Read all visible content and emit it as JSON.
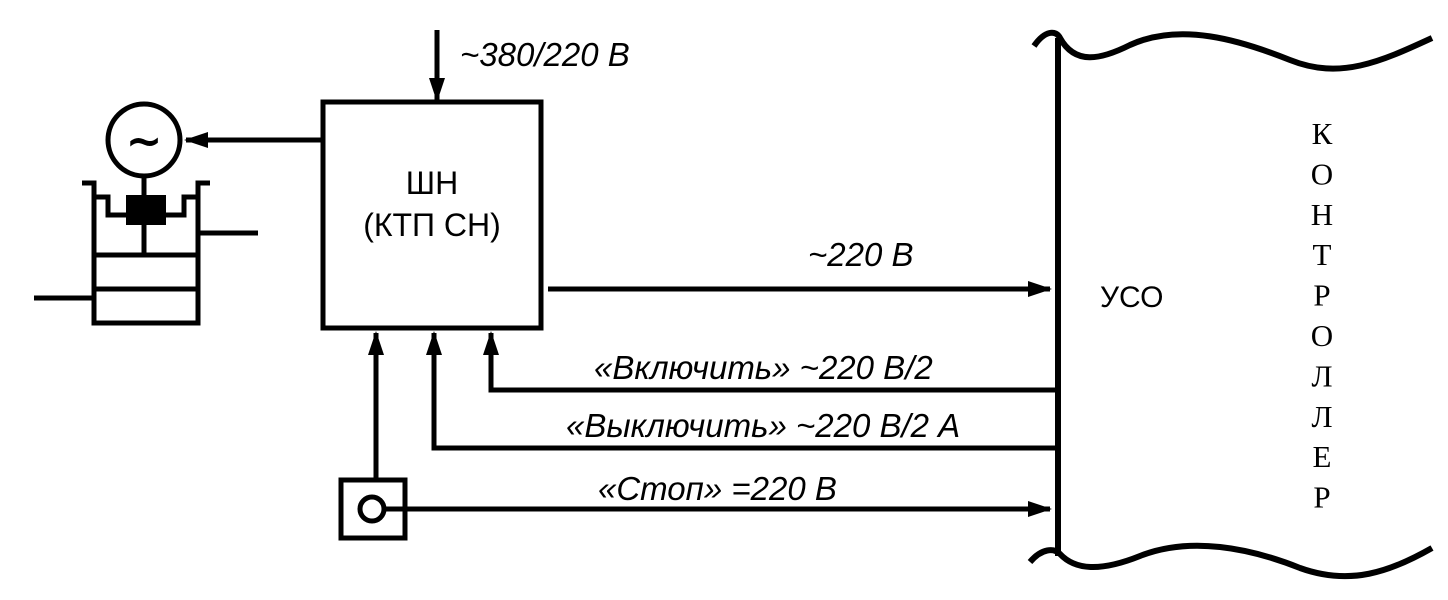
{
  "supply_label": "~380/220 В",
  "cabinet": {
    "line1": "ШН",
    "line2": "(КТП СН)"
  },
  "generator_symbol": "~",
  "output_label": "~220 В",
  "uso_label": "УСО",
  "controller_letters": [
    "К",
    "О",
    "Н",
    "Т",
    "Р",
    "О",
    "Л",
    "Л",
    "Е",
    "Р"
  ],
  "signals": {
    "on": "«Включить» ~220 В/2",
    "off": "«Выключить» ~220 В/2 А",
    "stop": "«Стоп» =220 В"
  }
}
